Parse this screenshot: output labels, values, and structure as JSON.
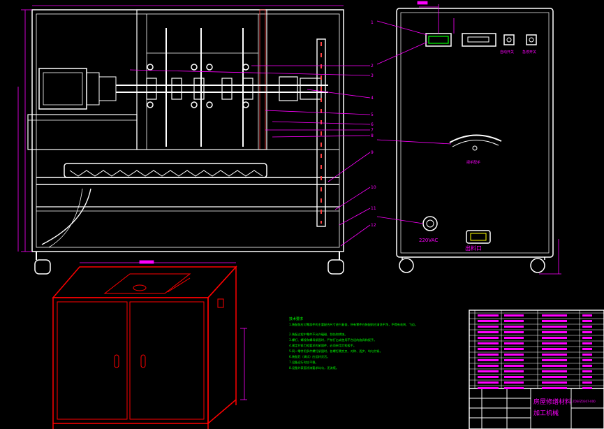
{
  "front_view": {
    "callouts": [
      "1",
      "2",
      "3",
      "4",
      "5",
      "6",
      "7",
      "8",
      "9",
      "10",
      "11",
      "12"
    ]
  },
  "side_view": {
    "switch_label_1": "自动开关",
    "switch_label_2": "急停开关",
    "handle_label": "把手配手",
    "power_label": "220VAC",
    "outlet_label": "出料口"
  },
  "notes": {
    "heading": "技术要求",
    "lines": [
      "1.装配前应对零部件的主要配合尺寸进行复查，所有零件在装配前应清洗干净，不得有毛刺、飞边。",
      "2.装配过程中零件不允许磕碰、划伤和锈蚀。",
      "3.螺钉、螺栓和螺母紧固时，严禁打击或使用不合适的旋具和扳手。",
      "4.规定拧紧力矩要求的紧固件，必须采用力矩扳手。",
      "5.同一零件用多件螺钉紧固时，各螺钉需交叉、对称、逐步、均匀拧紧。",
      "6.装配后（调试）应运转灵活。",
      "7.设备运行时应平稳。",
      "8.设备外表面涂漆要求均匀，无流痕。"
    ]
  },
  "title_block": {
    "name_line1": "房屋修缮材料",
    "name_line2": "加工机械",
    "drawing_no": "ZDSFZ0307-000"
  },
  "colors": {
    "background": "#000000",
    "outline": "#ffffff",
    "dimension": "#ff00ff",
    "cabinet": "#ff0000",
    "notes": "#00ff00",
    "yellow": "#ffff00",
    "cyan": "#00ffff"
  }
}
